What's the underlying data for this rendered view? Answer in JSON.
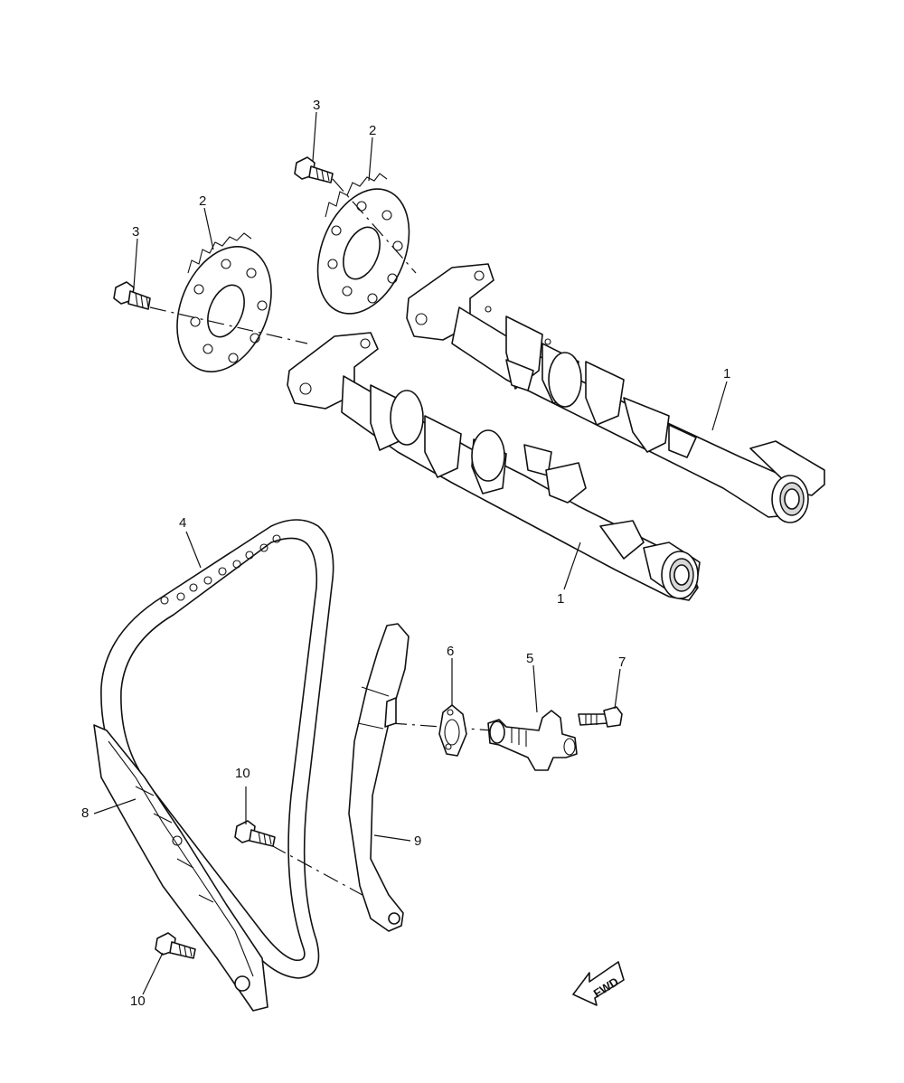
{
  "diagram": {
    "callouts": [
      {
        "id": "camshaft-upper",
        "text": "1"
      },
      {
        "id": "camshaft-lower",
        "text": "1"
      },
      {
        "id": "sprocket-upper",
        "text": "2"
      },
      {
        "id": "sprocket-lower",
        "text": "2"
      },
      {
        "id": "bolt-upper",
        "text": "3"
      },
      {
        "id": "bolt-lower",
        "text": "3"
      },
      {
        "id": "chain",
        "text": "4"
      },
      {
        "id": "tensioner",
        "text": "5"
      },
      {
        "id": "gasket",
        "text": "6"
      },
      {
        "id": "tensioner-bolt",
        "text": "7"
      },
      {
        "id": "guide-exhaust",
        "text": "8"
      },
      {
        "id": "guide-intake",
        "text": "9"
      },
      {
        "id": "guide-bolt-upper",
        "text": "10"
      },
      {
        "id": "guide-bolt-lower",
        "text": "10"
      }
    ],
    "fwd_label": "FWD"
  }
}
